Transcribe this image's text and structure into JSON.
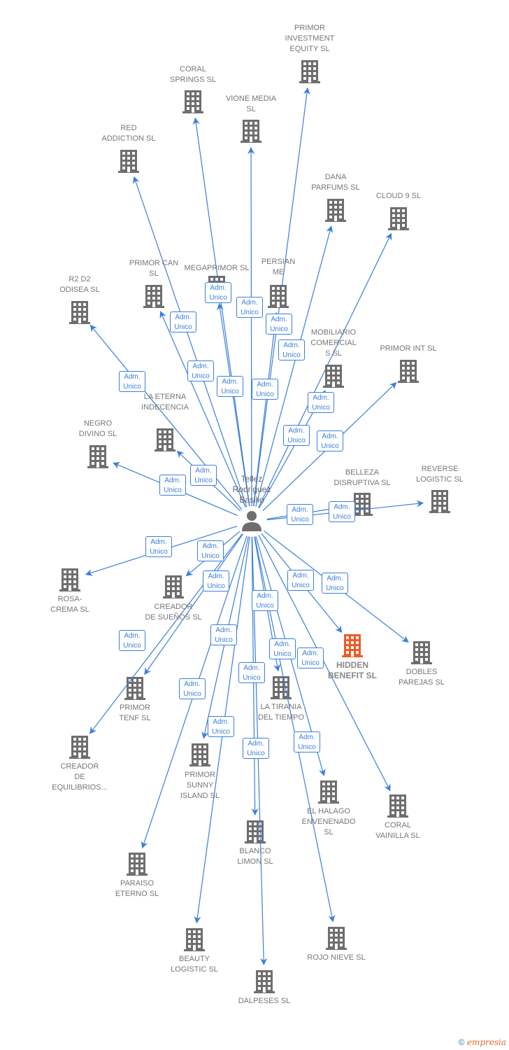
{
  "center": {
    "name": "Tellez Rodriguez Basilio",
    "icon": "person-icon"
  },
  "edge_label": "Adm. Unico",
  "colors": {
    "edge": "#3a7fdb",
    "company": "#6e6e6e",
    "highlight": "#f05a28"
  },
  "companies": [
    {
      "name": "PRIMOR INVESTMENT EQUITY SL",
      "lines": [
        "PRIMOR",
        "INVESTMENT",
        "EQUITY  SL"
      ]
    },
    {
      "name": "CORAL SPRINGS SL",
      "lines": [
        "CORAL",
        "SPRINGS SL"
      ]
    },
    {
      "name": "VIONE MEDIA SL",
      "lines": [
        "VIONE MEDIA",
        "SL"
      ]
    },
    {
      "name": "RED ADDICTION SL",
      "lines": [
        "RED",
        "ADDICTION  SL"
      ]
    },
    {
      "name": "DANA PARFUMS SL",
      "lines": [
        "DANA",
        "PARFUMS  SL"
      ]
    },
    {
      "name": "CLOUD 9 SL",
      "lines": [
        "CLOUD 9  SL"
      ]
    },
    {
      "name": "PRIMOR CAN SL",
      "lines": [
        "PRIMOR CAN",
        "SL"
      ]
    },
    {
      "name": "MEGAPRIMOR SL",
      "lines": [
        "MEGAPRIMOR SL"
      ]
    },
    {
      "name": "PERSIAN ME",
      "lines": [
        "PERSIAN",
        "ME"
      ]
    },
    {
      "name": "R2 D2 ODISEA SL",
      "lines": [
        "R2 D2",
        "ODISEA  SL"
      ]
    },
    {
      "name": "MOBILIARIO COMERCIAL S SL",
      "lines": [
        "MOBILIARIO",
        "COMERCIAL",
        "S      SL"
      ]
    },
    {
      "name": "PRIMOR INT SL",
      "lines": [
        "PRIMOR INT  SL"
      ]
    },
    {
      "name": "LA ETERNA INDECENCIA",
      "lines": [
        "LA ETERNA",
        "INDECENCIA"
      ]
    },
    {
      "name": "NEGRO DIVINO SL",
      "lines": [
        "NEGRO",
        "DIVINO SL"
      ]
    },
    {
      "name": "BELLEZA DISRUPTIVA SL",
      "lines": [
        "BELLEZA",
        "DISRUPTIVA  SL"
      ]
    },
    {
      "name": "REVERSE LOGISTIC SL",
      "lines": [
        "REVERSE",
        "LOGISTIC  SL"
      ]
    },
    {
      "name": "ROSA-CREMA SL",
      "lines": [
        "ROSA-",
        "CREMA SL"
      ]
    },
    {
      "name": "CREADOR DE SUEÑOS SL",
      "lines": [
        "CREADOR",
        "DE SUEÑOS  SL"
      ]
    },
    {
      "name": "HIDDEN BENEFIT SL",
      "lines": [
        "HIDDEN",
        "BENEFIT  SL"
      ],
      "highlight": true
    },
    {
      "name": "DOBLES PAREJAS SL",
      "lines": [
        "DOBLES",
        "PAREJAS SL"
      ]
    },
    {
      "name": "PRIMOR TENF SL",
      "lines": [
        "PRIMOR",
        "TENF  SL"
      ]
    },
    {
      "name": "LA TIRANIA DEL TIEMPO",
      "lines": [
        "LA TIRANIA",
        "DEL TIEMPO"
      ]
    },
    {
      "name": "CREADOR DE EQUILIBRIOS...",
      "lines": [
        "CREADOR",
        "DE",
        "EQUILIBRIOS..."
      ]
    },
    {
      "name": "PRIMOR SUNNY ISLAND SL",
      "lines": [
        "PRIMOR",
        "SUNNY",
        "ISLAND  SL"
      ]
    },
    {
      "name": "EL HALAGO ENVENENADO SL",
      "lines": [
        "EL HALAGO",
        "ENVENENADO",
        "SL"
      ]
    },
    {
      "name": "CORAL VAINILLA SL",
      "lines": [
        "CORAL",
        "VAINILLA SL"
      ]
    },
    {
      "name": "BLANCO LIMON SL",
      "lines": [
        "BLANCO",
        "LIMON SL"
      ]
    },
    {
      "name": "PARAISO ETERNO SL",
      "lines": [
        "PARAISO",
        "ETERNO  SL"
      ]
    },
    {
      "name": "BEAUTY LOGISTIC SL",
      "lines": [
        "BEAUTY",
        "LOGISTIC  SL"
      ]
    },
    {
      "name": "ROJO NIEVE SL",
      "lines": [
        "ROJO NIEVE SL"
      ]
    },
    {
      "name": "DALPESES SL",
      "lines": [
        "DALPESES SL"
      ]
    }
  ],
  "logo": {
    "copyright": "©",
    "brand": "empresia"
  }
}
